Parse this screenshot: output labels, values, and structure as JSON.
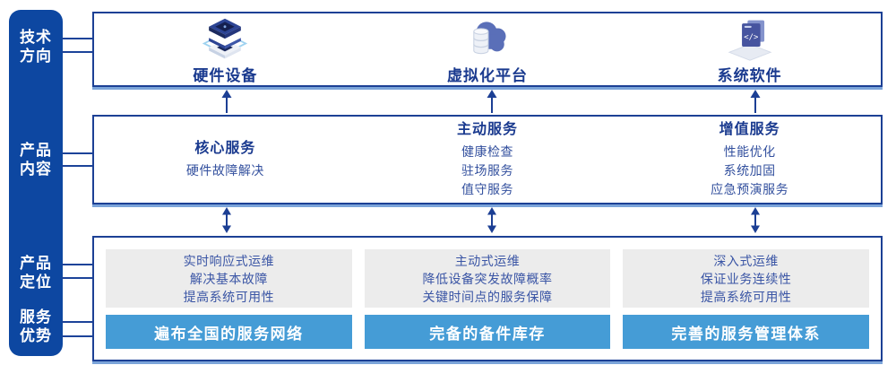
{
  "colors": {
    "sidebar_blue": "#0d47a1",
    "box_border_navy": "#1c4095",
    "box_bottom_accent": "#7ba4d9",
    "advantage_bar_blue": "#459cd6",
    "heading_text_navy": "#1a3a8f",
    "body_text_indigo": "#33509e",
    "panel_gray": "#ececec"
  },
  "sidebar": {
    "labels": [
      {
        "line1": "技术",
        "line2": "方向"
      },
      {
        "line1": "产品",
        "line2": "内容"
      },
      {
        "line1": "产品",
        "line2": "定位"
      },
      {
        "line1": "服务",
        "line2": "优势"
      }
    ]
  },
  "tech_row": {
    "items": [
      {
        "label": "硬件设备",
        "icon": "server-stack-icon"
      },
      {
        "label": "虚拟化平台",
        "icon": "cloud-database-icon"
      },
      {
        "label": "系统软件",
        "icon": "code-window-icon"
      }
    ]
  },
  "content_row": {
    "columns": [
      {
        "heading": "核心服务",
        "items": [
          "硬件故障解决"
        ]
      },
      {
        "heading": "主动服务",
        "items": [
          "健康检查",
          "驻场服务",
          "值守服务"
        ]
      },
      {
        "heading": "增值服务",
        "items": [
          "性能优化",
          "系统加固",
          "应急预演服务"
        ]
      }
    ]
  },
  "positioning_row": {
    "columns": [
      {
        "lines": [
          "实时响应式运维",
          "解决基本故障",
          "提高系统可用性"
        ],
        "advantage": "遍布全国的服务网络"
      },
      {
        "lines": [
          "主动式运维",
          "降低设备突发故障概率",
          "关键时间点的服务保障"
        ],
        "advantage": "完备的备件库存"
      },
      {
        "lines": [
          "深入式运维",
          "保证业务连续性",
          "提高系统可用性"
        ],
        "advantage": "完善的服务管理体系"
      }
    ]
  }
}
